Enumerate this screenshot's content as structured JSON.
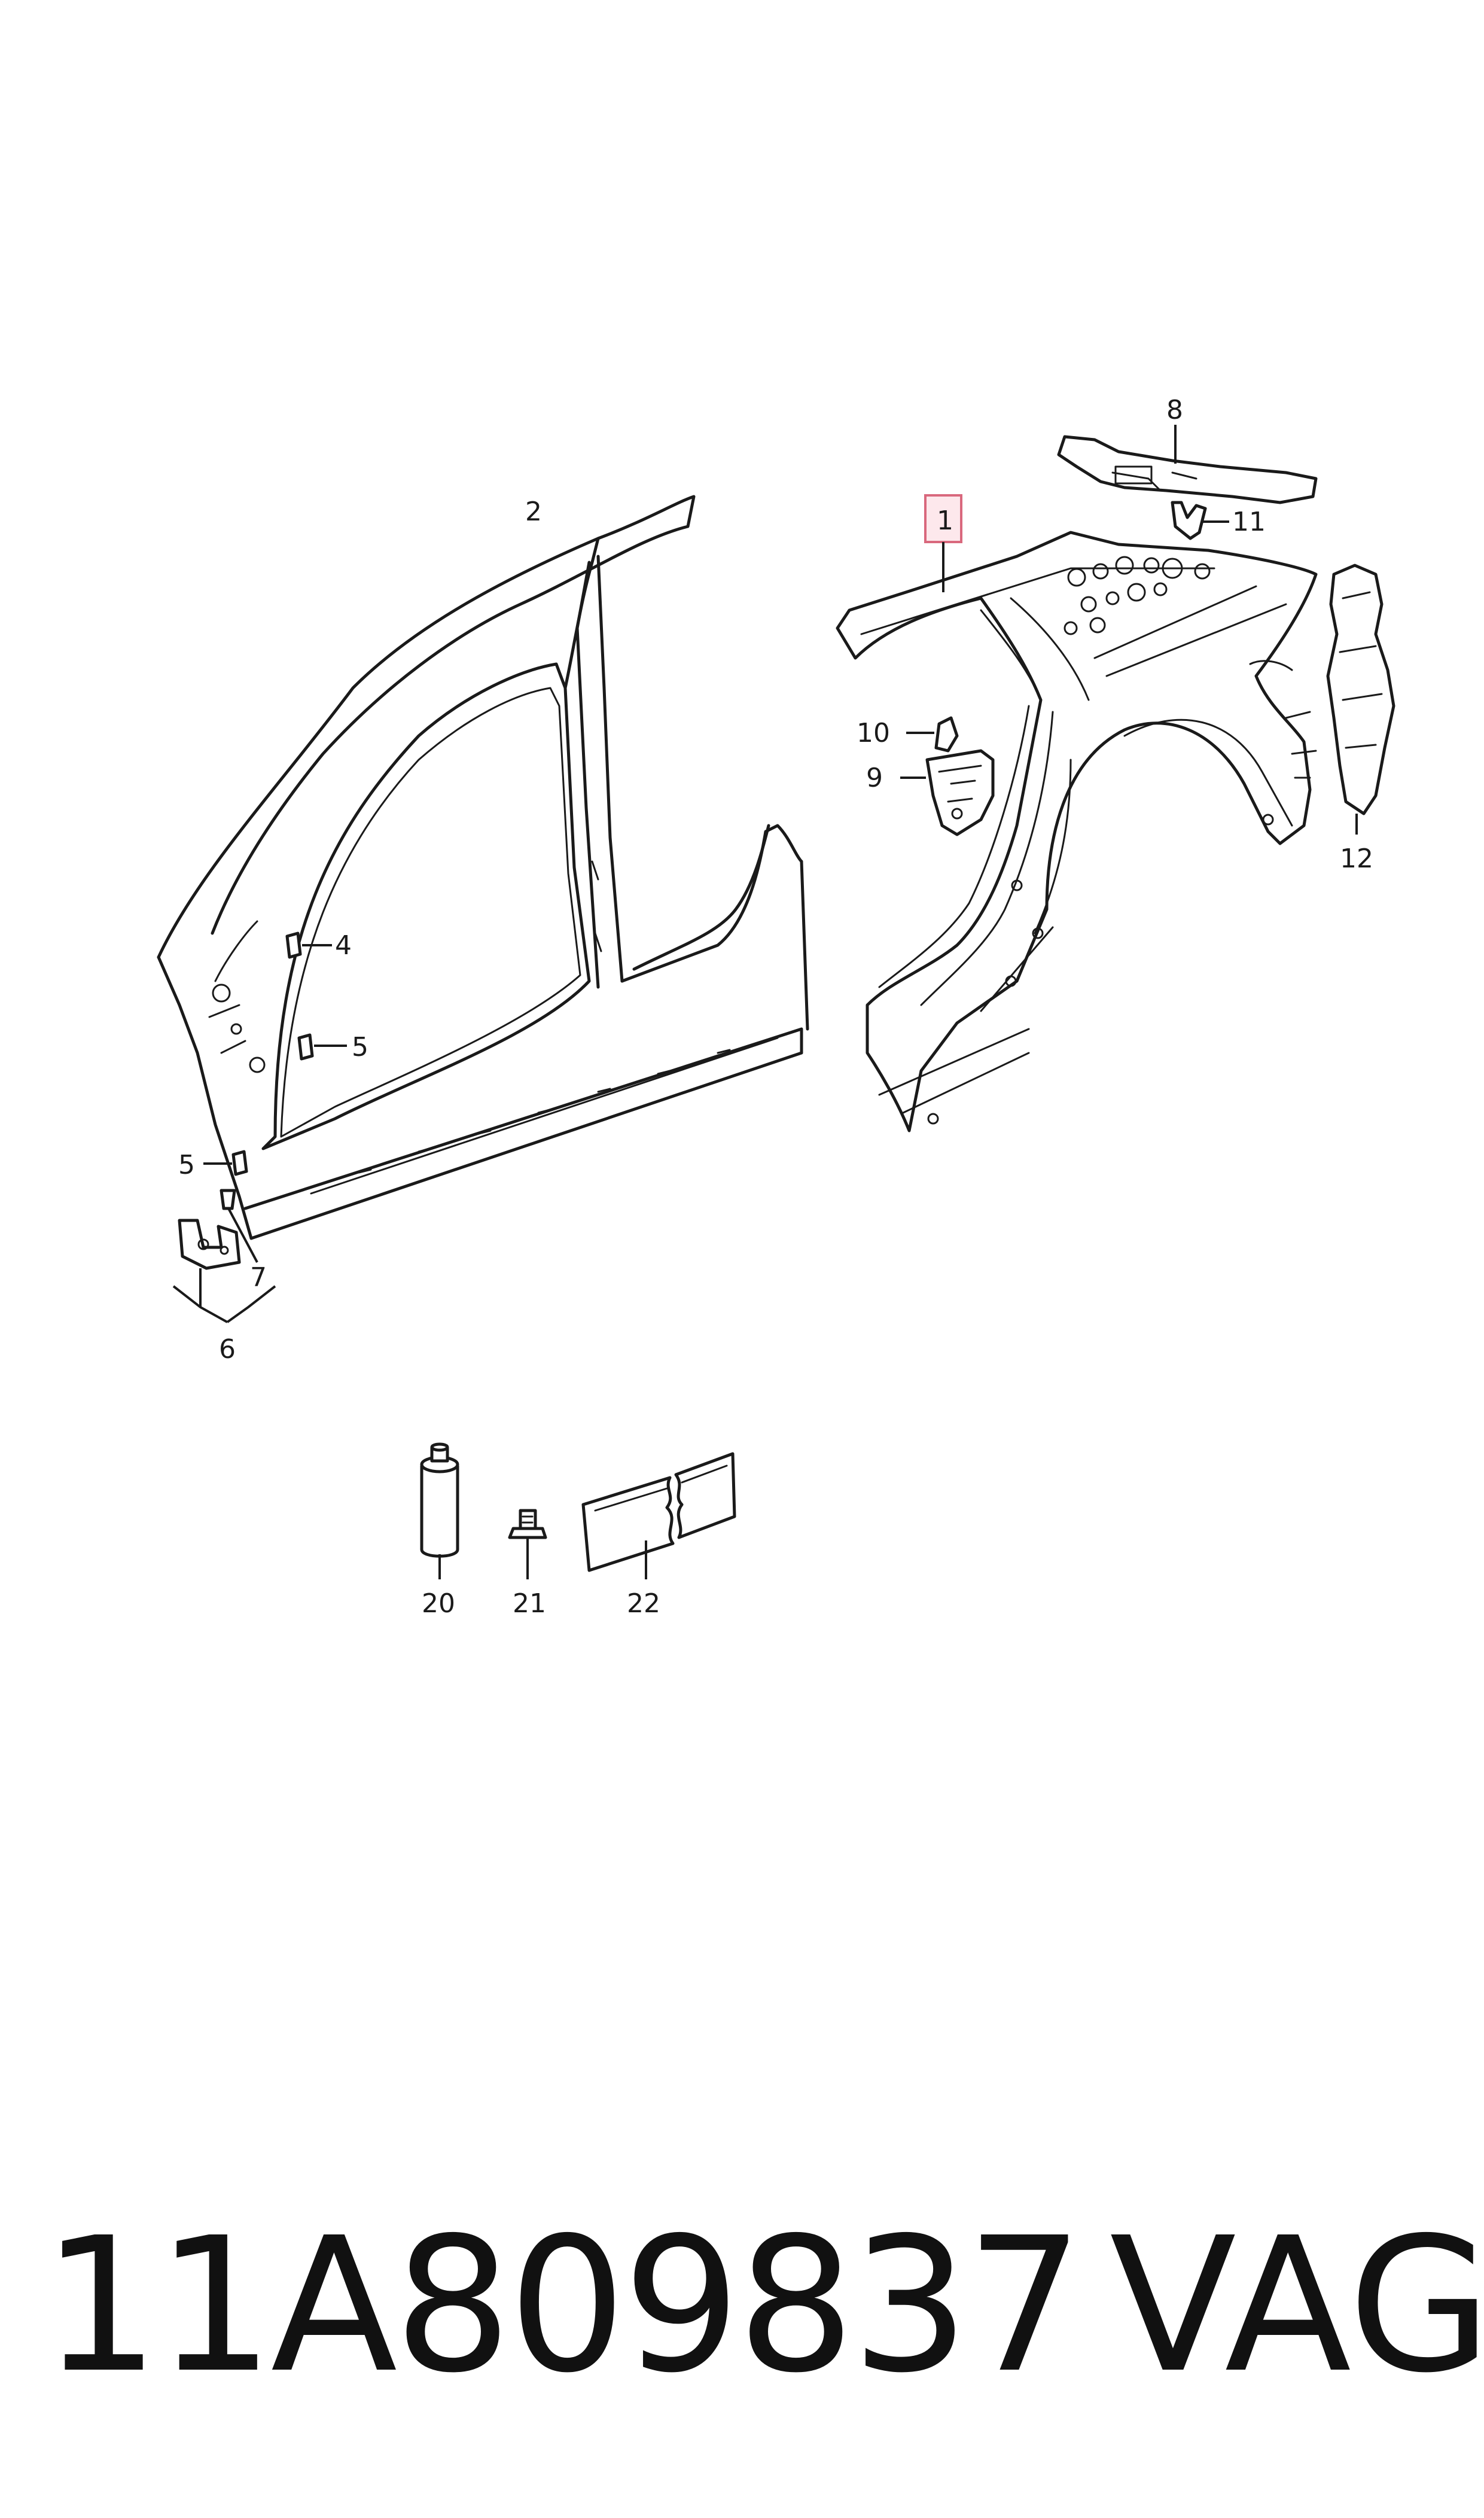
{
  "callouts": {
    "c1": "1",
    "c2": "2",
    "c4": "4",
    "c5a": "5",
    "c5b": "5",
    "c6": "6",
    "c7": "7",
    "c8": "8",
    "c9": "9",
    "c10": "10",
    "c11": "11",
    "c12": "12",
    "c20": "20",
    "c21": "21",
    "c22": "22"
  },
  "highlight_color": "#d9687d",
  "footer": {
    "part_number": "11A809837",
    "brand": "VAG"
  }
}
